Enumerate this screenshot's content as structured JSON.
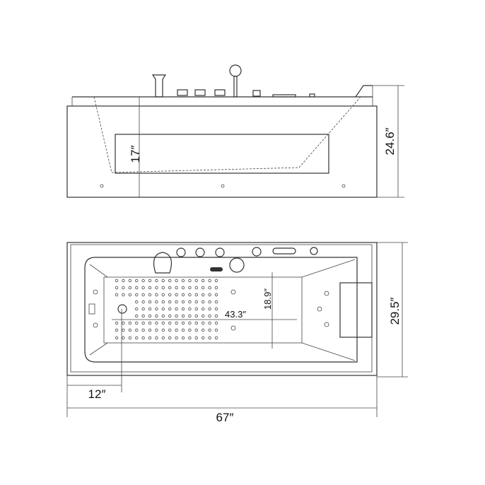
{
  "dimensions": {
    "side_depth": "17″",
    "side_height": "24.6″",
    "basin_width": "18.9″",
    "basin_length": "43.3″",
    "overall_width": "29.5″",
    "drain_offset": "12″",
    "overall_length": "67″"
  },
  "colors": {
    "line": "#333333",
    "background": "#ffffff"
  }
}
